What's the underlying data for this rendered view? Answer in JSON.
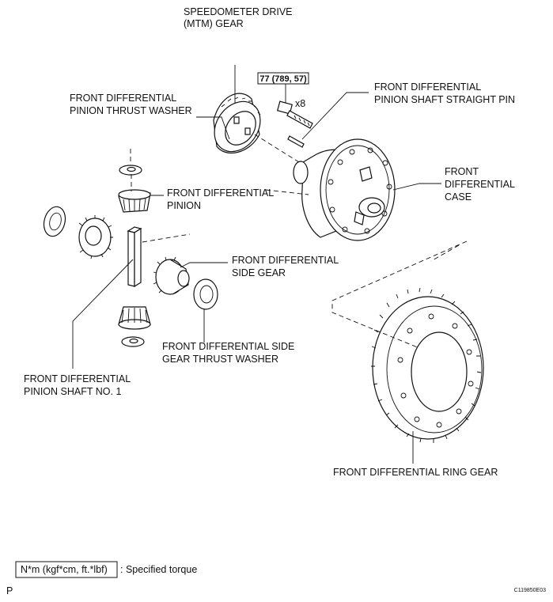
{
  "labels": {
    "speedometer_line1": "SPEEDOMETER DRIVE",
    "speedometer_line2": "(MTM) GEAR",
    "thrust_washer_line1": "FRONT DIFFERENTIAL",
    "thrust_washer_line2": "PINION THRUST WASHER",
    "straight_pin_line1": "FRONT DIFFERENTIAL",
    "straight_pin_line2": "PINION SHAFT STRAIGHT PIN",
    "case_line1": "FRONT",
    "case_line2": "DIFFERENTIAL",
    "case_line3": "CASE",
    "pinion_line1": "FRONT DIFFERENTIAL",
    "pinion_line2": "PINION",
    "side_gear_line1": "FRONT DIFFERENTIAL",
    "side_gear_line2": "SIDE GEAR",
    "side_washer_line1": "FRONT DIFFERENTIAL SIDE",
    "side_washer_line2": "GEAR THRUST WASHER",
    "shaft_line1": "FRONT DIFFERENTIAL",
    "shaft_line2": "PINION SHAFT NO. 1",
    "ring_gear": "FRONT DIFFERENTIAL RING GEAR"
  },
  "torque": {
    "value": "77 (789, 57)",
    "quantity": "x8"
  },
  "legend": {
    "unit_box": "N*m (kgf*cm, ft.*lbf)",
    "description": ": Specified torque"
  },
  "footer": {
    "left_mark": "P",
    "figure_code": "C119850E03"
  }
}
